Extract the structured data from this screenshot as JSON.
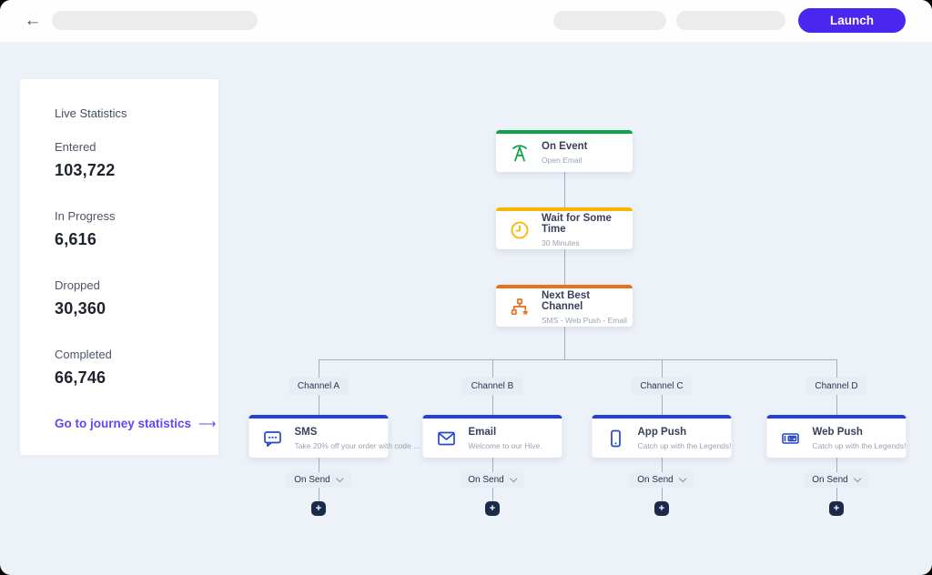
{
  "topbar": {
    "back_icon": "←",
    "launch_label": "Launch"
  },
  "sidebar": {
    "title": "Live Statistics",
    "stats": [
      {
        "label": "Entered",
        "value": "103,722"
      },
      {
        "label": "In Progress",
        "value": "6,616"
      },
      {
        "label": "Dropped",
        "value": "30,360"
      },
      {
        "label": "Completed",
        "value": "66,746"
      }
    ],
    "link": {
      "label": "Go to journey statistics",
      "arrow": "⟶"
    }
  },
  "flow": {
    "root_nodes": [
      {
        "title": "On Event",
        "subtitle": "Open Email",
        "icon": "antenna-icon",
        "accent_color": "#12A14B"
      },
      {
        "title": "Wait for Some Time",
        "subtitle": "30 Minutes",
        "icon": "clock-icon",
        "accent_color": "#F7B500"
      },
      {
        "title": "Next Best Channel",
        "subtitle": "SMS - Web Push - Email",
        "icon": "hierarchy-star-icon",
        "accent_color": "#E8721C"
      }
    ],
    "branches": [
      {
        "label": "Channel A",
        "title": "SMS",
        "subtitle": "Take 20% off your order with code ...",
        "icon": "sms-bubble-icon",
        "dropdown_label": "On Send",
        "add_label": "+"
      },
      {
        "label": "Channel B",
        "title": "Email",
        "subtitle": "Welcome to our Hive.",
        "icon": "email-icon",
        "dropdown_label": "On Send",
        "add_label": "+"
      },
      {
        "label": "Channel C",
        "title": "App Push",
        "subtitle": "Catch up with the Legends!",
        "icon": "app-push-icon",
        "dropdown_label": "On Send",
        "add_label": "+"
      },
      {
        "label": "Channel D",
        "title": "Web Push",
        "subtitle": "Catch up with the Legends!",
        "icon": "web-push-icon",
        "dropdown_label": "On Send",
        "add_label": "+"
      }
    ],
    "branch_accent_color": "#2244C8"
  },
  "colors": {
    "launch_button": "#4A26EE",
    "link": "#6247F5",
    "canvas_bg": "#EDF1F8",
    "connector": "#A6AEC0",
    "add_button_bg": "#1B2A4B"
  }
}
